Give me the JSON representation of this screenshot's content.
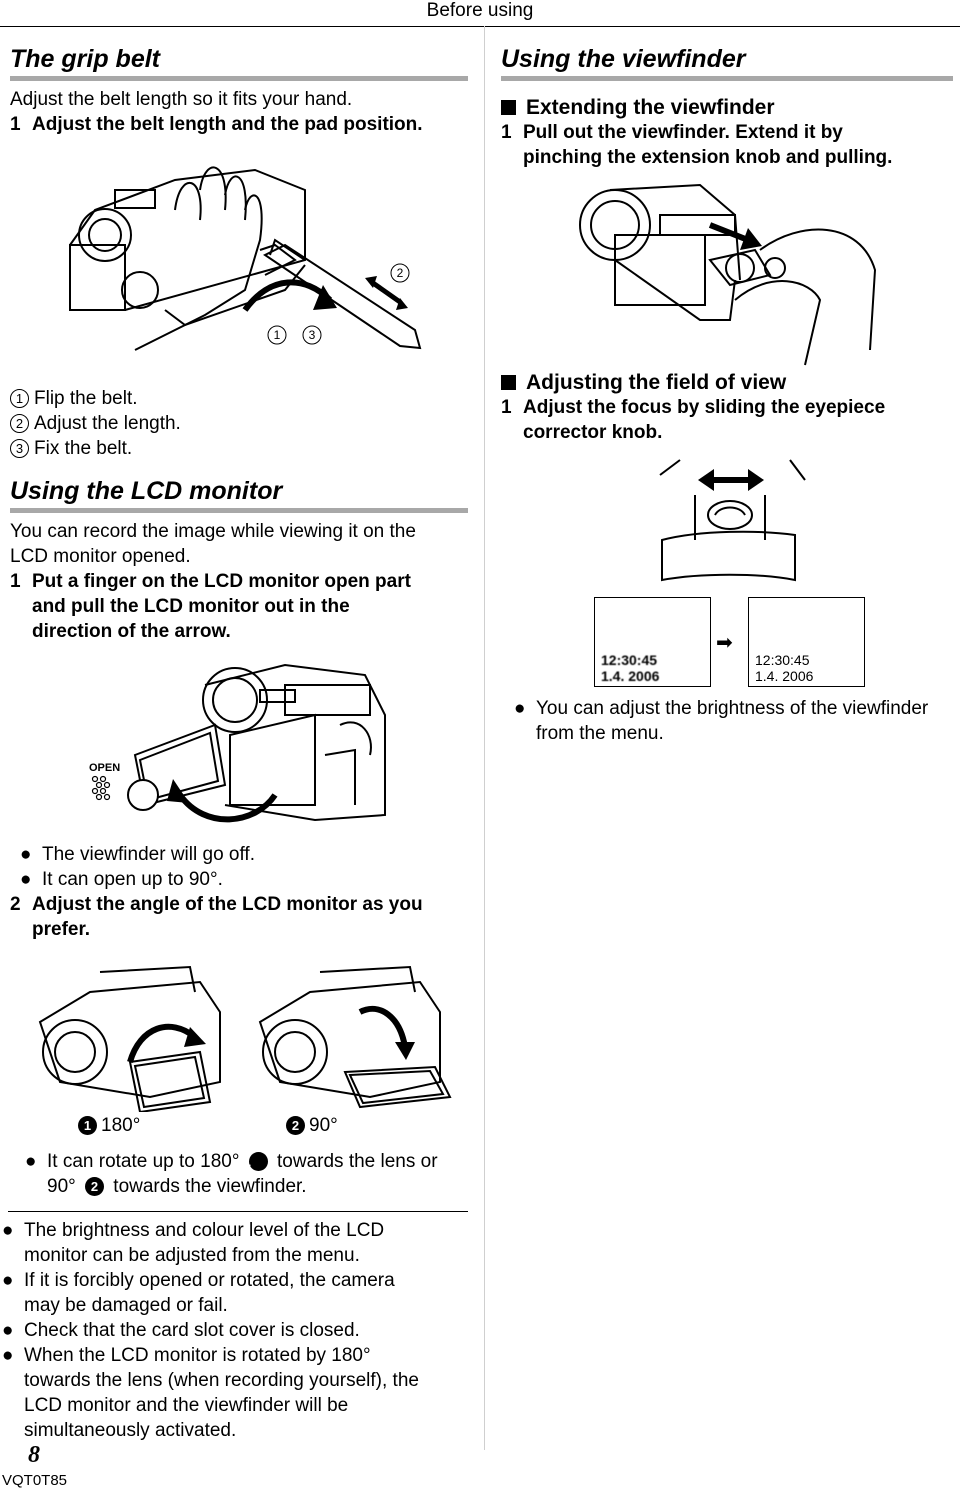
{
  "header": {
    "title": "Before using"
  },
  "left": {
    "grip": {
      "title": "The grip belt",
      "intro": "Adjust the belt length so it fits your hand.",
      "step1_num": "1",
      "step1": "Adjust the belt length and the pad position.",
      "callouts": {
        "c1": "1",
        "c2": "2",
        "c3": "3"
      },
      "list": [
        {
          "num": "1",
          "text": "Flip the belt."
        },
        {
          "num": "2",
          "text": "Adjust the length."
        },
        {
          "num": "3",
          "text": "Fix the belt."
        }
      ]
    },
    "lcd": {
      "title": "Using the LCD monitor",
      "intro_a": "You can record the image while viewing it on the",
      "intro_b": "LCD monitor opened.",
      "step1_num": "1",
      "step1_a": "Put a finger on the LCD monitor open part",
      "step1_b": "and pull the LCD monitor out in the",
      "step1_c": "direction of the arrow.",
      "open_label": "OPEN",
      "bullet1": "The viewfinder will go off.",
      "bullet2": "It can open up to 90°.",
      "step2_num": "2",
      "step2_a": "Adjust the angle of the LCD monitor as you",
      "step2_b": "prefer.",
      "label_a_mark": "1",
      "label_a": "180°",
      "label_b_mark": "2",
      "label_b": "90°",
      "rotate_a": "It can rotate up to 180°",
      "rotate_mark1": "1",
      "rotate_b": "towards the lens or",
      "rotate_c": "90°",
      "rotate_mark2": "2",
      "rotate_d": "towards the viewfinder."
    },
    "notes": [
      {
        "a": "The brightness and colour level of the LCD",
        "b": "monitor can be adjusted from the menu."
      },
      {
        "a": "If it is forcibly opened or rotated, the camera",
        "b": "may be damaged or fail."
      },
      {
        "a": "Check that the card slot cover is closed."
      },
      {
        "a": "When the LCD monitor is rotated by 180°",
        "b": "towards the lens (when recording yourself), the",
        "c": "LCD monitor and the viewfinder will be",
        "d": "simultaneously activated."
      }
    ]
  },
  "right": {
    "vf": {
      "title": "Using the viewfinder",
      "ext_heading": "Extending the viewfinder",
      "ext_step_num": "1",
      "ext_step_a": "Pull out the viewfinder. Extend it by",
      "ext_step_b": "pinching the extension knob and pulling.",
      "fov_heading": "Adjusting the field of view",
      "fov_step_num": "1",
      "fov_step_a": "Adjust the focus by sliding the eyepiece",
      "fov_step_b": "corrector knob.",
      "blur_time": "12:30:45",
      "blur_date": "1.4. 2006",
      "sharp_time": "12:30:45",
      "sharp_date": "1.4. 2006",
      "bright_a": "You can adjust the brightness of the viewfinder",
      "bright_b": "from the menu."
    }
  },
  "footer": {
    "page_number": "8",
    "code": "VQT0T85"
  }
}
